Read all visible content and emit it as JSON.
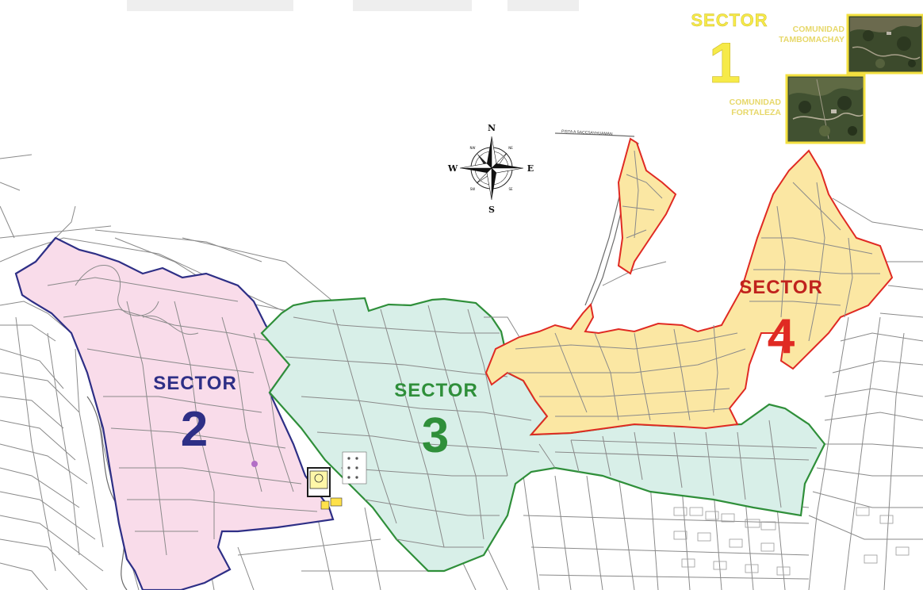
{
  "sectors": [
    {
      "word": "SECTOR",
      "number": "1",
      "color": "#f6ea48"
    },
    {
      "word": "SECTOR",
      "number": "2",
      "color": "#2e2f86",
      "fill": "#f9dcea"
    },
    {
      "word": "SECTOR",
      "number": "3",
      "color": "#2f8f3a",
      "fill": "#d8efe8"
    },
    {
      "word": "SECTOR",
      "number": "4",
      "color": "#e02a23",
      "fill": "#fbe7a3"
    }
  ],
  "communities": [
    {
      "line1": "COMUNIDAD",
      "line2": "TAMBOMACHAY"
    },
    {
      "line1": "COMUNIDAD",
      "line2": "FORTALEZA"
    }
  ],
  "compass": {
    "n": "N",
    "s": "S",
    "e": "E",
    "w": "W",
    "nw": "NW",
    "ne": "NE",
    "sw": "SW",
    "se": "SE"
  },
  "road_label": "PISTA A SACCSAYHUAMAN"
}
